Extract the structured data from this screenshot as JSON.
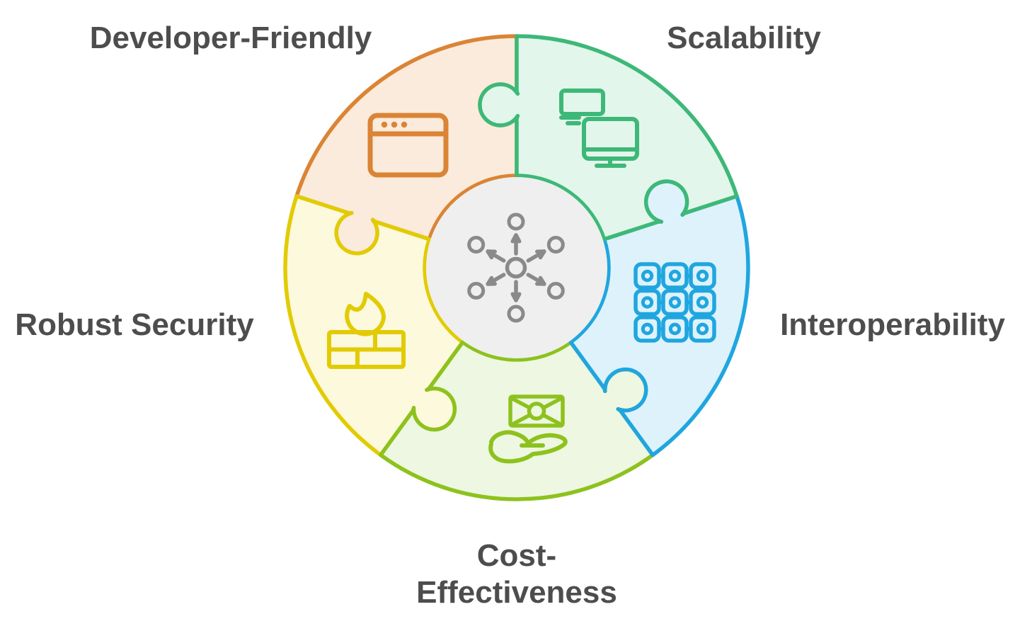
{
  "diagram": {
    "type": "puzzle-wheel-infographic",
    "background": "#FFFFFF",
    "label_color": "#4D4D4D",
    "center": {
      "fill": "#EFEFEF",
      "icon": "hub-network-icon",
      "icon_color": "#8A8A8A"
    },
    "segments": [
      {
        "id": "developer-friendly",
        "label": "Developer-Friendly",
        "stroke": "#DB8435",
        "fill": "#FAEBDC",
        "icon": "browser-window-icon"
      },
      {
        "id": "scalability",
        "label": "Scalability",
        "stroke": "#3DB878",
        "fill": "#E3F6EB",
        "icon": "monitors-icon"
      },
      {
        "id": "interoperability",
        "label": "Interoperability",
        "stroke": "#20A6DF",
        "fill": "#DEF2FB",
        "icon": "connected-grid-icon"
      },
      {
        "id": "cost-effectiveness",
        "label": "Cost-Effectiveness",
        "label_lines": [
          "Cost-",
          "Effectiveness"
        ],
        "stroke": "#8DC21E",
        "fill": "#EEF7E1",
        "icon": "money-hand-icon"
      },
      {
        "id": "robust-security",
        "label": "Robust Security",
        "stroke": "#E2CB05",
        "fill": "#FCF9DD",
        "icon": "firewall-flame-icon"
      }
    ]
  }
}
